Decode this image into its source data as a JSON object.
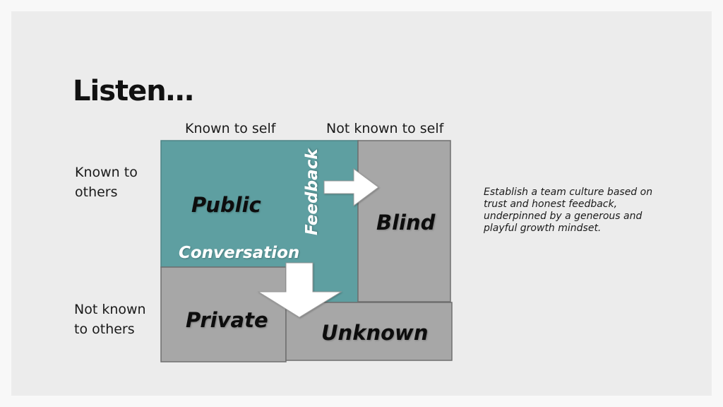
{
  "slide": {
    "title": "Listen…",
    "columns": [
      "Known to self",
      "Not known to self"
    ],
    "rows": [
      {
        "line1": "Known to",
        "line2": "others"
      },
      {
        "line1": "Not known",
        "line2": "to others"
      }
    ],
    "quadrants": {
      "public": "Public",
      "blind": "Blind",
      "private": "Private",
      "unknown": "Unknown"
    },
    "arrows": {
      "feedback": "Feedback",
      "conversation": "Conversation"
    },
    "note": "Establish a team culture based on trust and honest feedback, underpinned by a generous and playful growth mindset."
  },
  "colors": {
    "public": "#5e9fa1",
    "quadrant_gray": "#a7a7a7",
    "arrow": "#ffffff"
  }
}
